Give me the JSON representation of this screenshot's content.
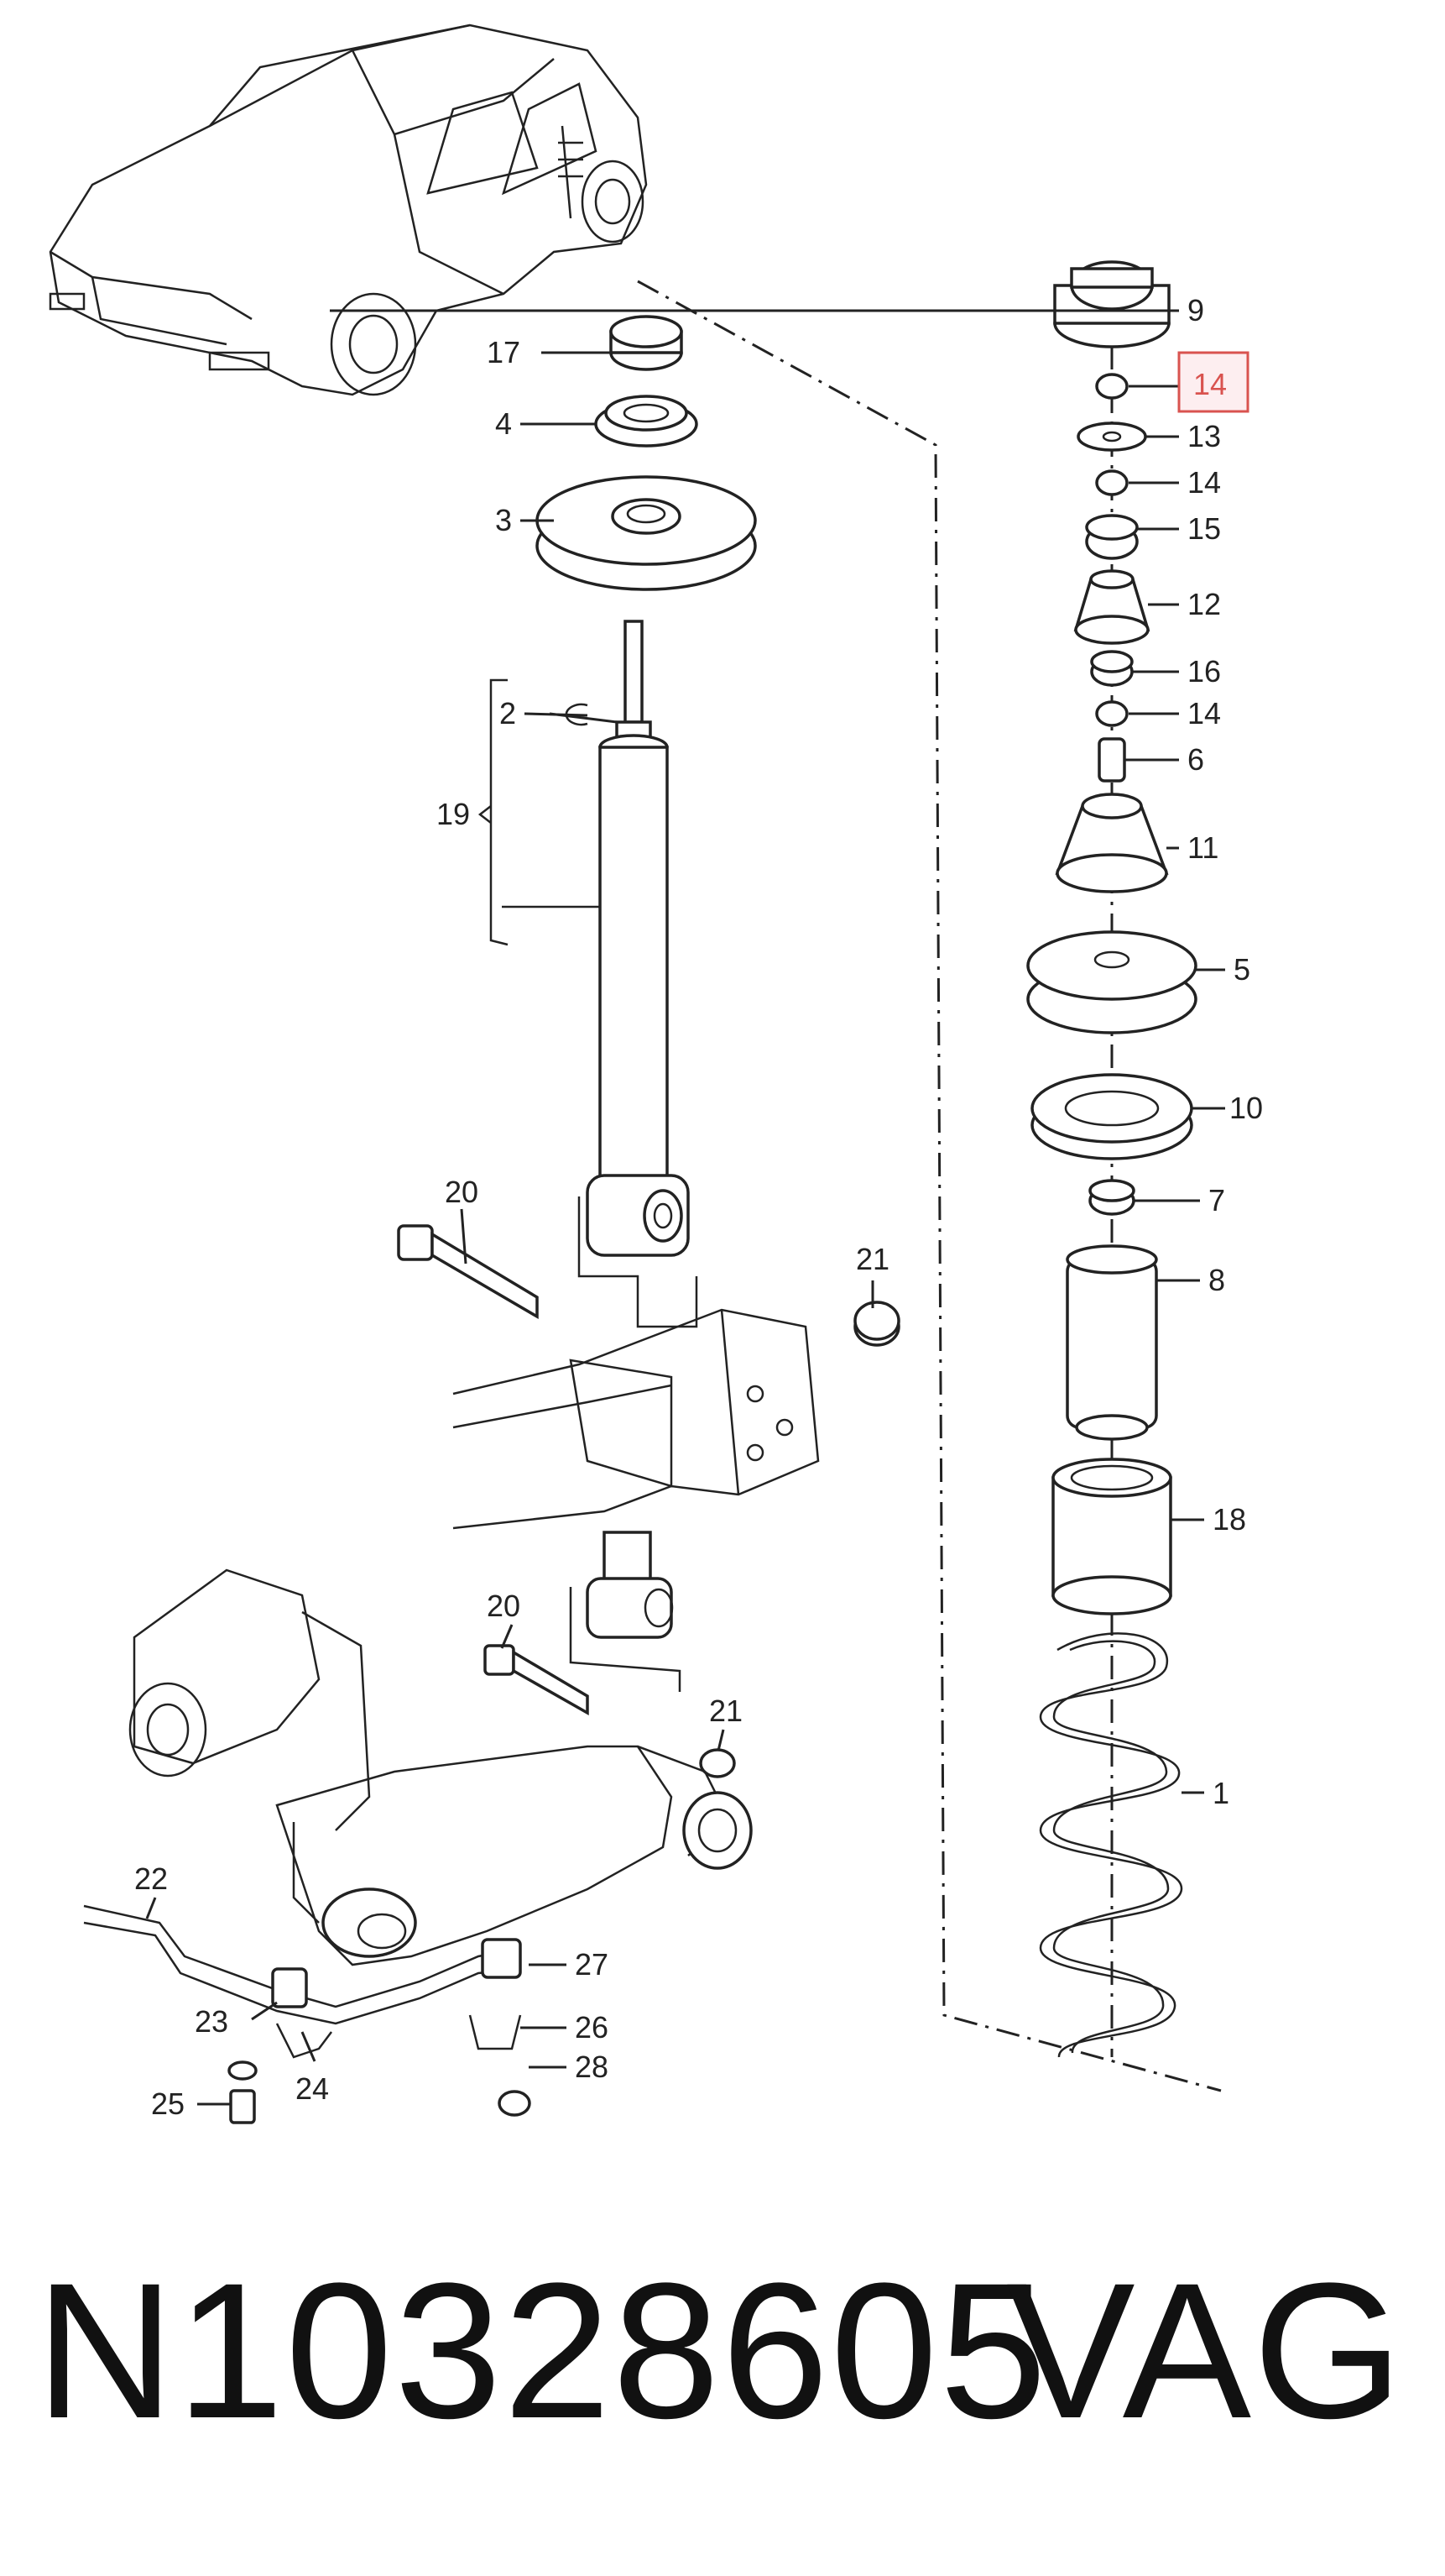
{
  "callouts": {
    "c1": "1",
    "c2": "2",
    "c3": "3",
    "c4": "4",
    "c5": "5",
    "c6": "6",
    "c7": "7",
    "c8": "8",
    "c9": "9",
    "c10": "10",
    "c11": "11",
    "c12": "12",
    "c13": "13",
    "c14a": "14",
    "c14b": "14",
    "c14c": "14",
    "c15": "15",
    "c16": "16",
    "c17": "17",
    "c18": "18",
    "c19": "19",
    "c20a": "20",
    "c20b": "20",
    "c21a": "21",
    "c21b": "21",
    "c22": "22",
    "c23": "23",
    "c24": "24",
    "c25": "25",
    "c26": "26",
    "c27": "27",
    "c28": "28"
  },
  "highlight": {
    "label": "14",
    "color": "#d9534f"
  },
  "caption": {
    "part_number": "N10328605",
    "brand": "VAG"
  }
}
